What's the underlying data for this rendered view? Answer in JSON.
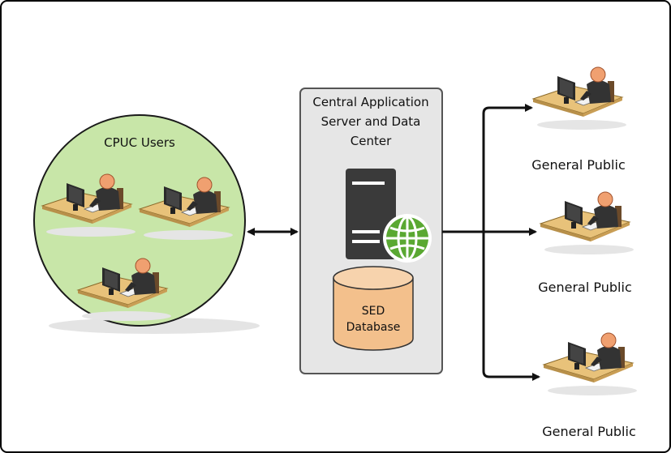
{
  "cpuc_group": {
    "label": "CPUC Users"
  },
  "server": {
    "title_line1": "Central Application",
    "title_line2": "Server and Data",
    "title_line3": "Center"
  },
  "database": {
    "line1": "SED",
    "line2": "Database"
  },
  "public_users": [
    {
      "label": "General Public"
    },
    {
      "label": "General Public"
    },
    {
      "label": "General Public"
    }
  ],
  "colors": {
    "cpuc_circle_fill": "#c8e6a8",
    "server_panel_fill": "#e6e6e6",
    "database_fill": "#f3c08c",
    "globe_green": "#5aa832",
    "desk_tan": "#e8c27a"
  }
}
